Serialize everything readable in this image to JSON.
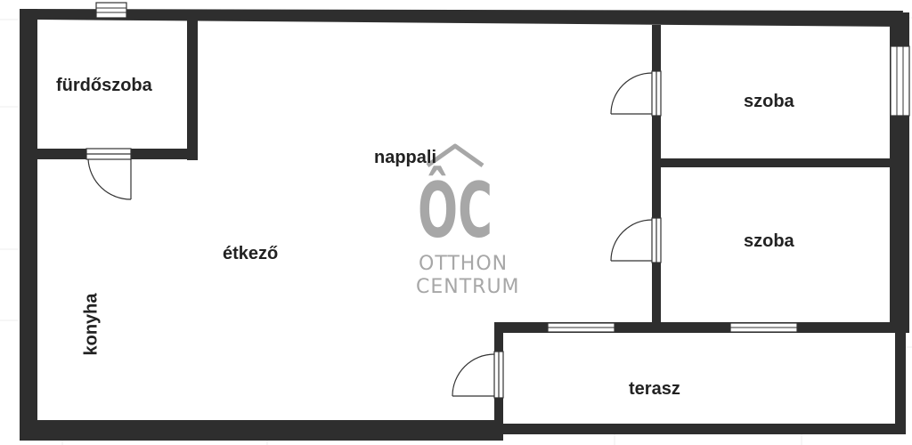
{
  "colors": {
    "wall": "#2e2e2e",
    "floor": "#ffffff",
    "outside": "#f3f3f3",
    "watermark": "#a7a7a7",
    "label": "#222222"
  },
  "rooms": {
    "bathroom": "fürdőszoba",
    "living": "nappali",
    "dining": "étkező",
    "kitchen": "konyha",
    "bedroom_top": "szoba",
    "bedroom_bottom": "szoba",
    "terrace": "terasz"
  },
  "watermark": {
    "monogram": "ÔC",
    "line1": "OTTHON",
    "line2": "CENTRUM"
  },
  "icons": {
    "door": "door-swing-icon",
    "window": "window-icon",
    "logo": "otthon-centrum-logo-icon"
  }
}
